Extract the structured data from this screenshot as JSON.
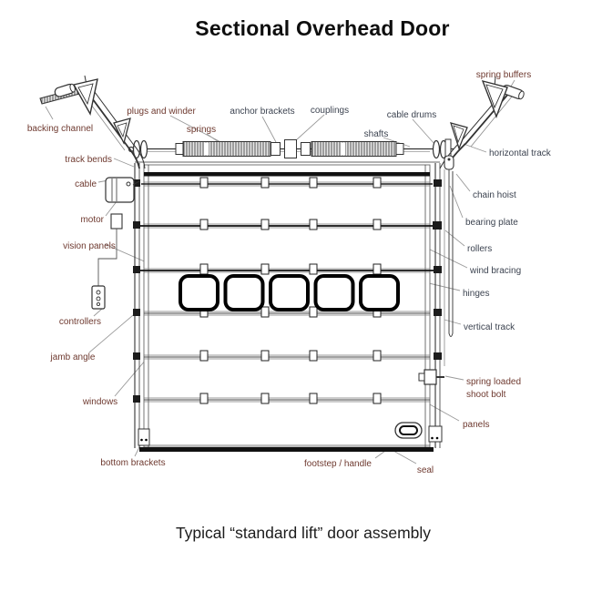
{
  "title": "Sectional Overhead Door",
  "caption": "Typical “standard lift” door assembly",
  "colors": {
    "label_maroon": "#6e392f",
    "label_navy": "#3c4350",
    "line_ink": "#333333",
    "leader_gray": "#9a9a9a",
    "seal_black": "#111111"
  },
  "labels": {
    "backing_channel": "backing channel",
    "track_bends": "track bends",
    "cable": "cable",
    "motor": "motor",
    "vision_panels": "vision panels",
    "controllers": "controllers",
    "jamb_angle": "jamb angle",
    "windows": "windows",
    "bottom_brackets": "bottom brackets",
    "plugs_and_winder": "plugs and winder",
    "springs": "springs",
    "anchor_brackets": "anchor brackets",
    "couplings": "couplings",
    "shafts": "shafts",
    "cable_drums": "cable drums",
    "spring_buffers": "spring buffers",
    "horizontal_track": "horizontal track",
    "chain_hoist": "chain hoist",
    "bearing_plate": "bearing plate",
    "rollers": "rollers",
    "wind_bracing": "wind bracing",
    "hinges": "hinges",
    "vertical_track": "vertical track",
    "spring_loaded": "spring loaded",
    "shoot_bolt": "shoot bolt",
    "panels": "panels",
    "footstep_handle": "footstep / handle",
    "seal": "seal"
  }
}
